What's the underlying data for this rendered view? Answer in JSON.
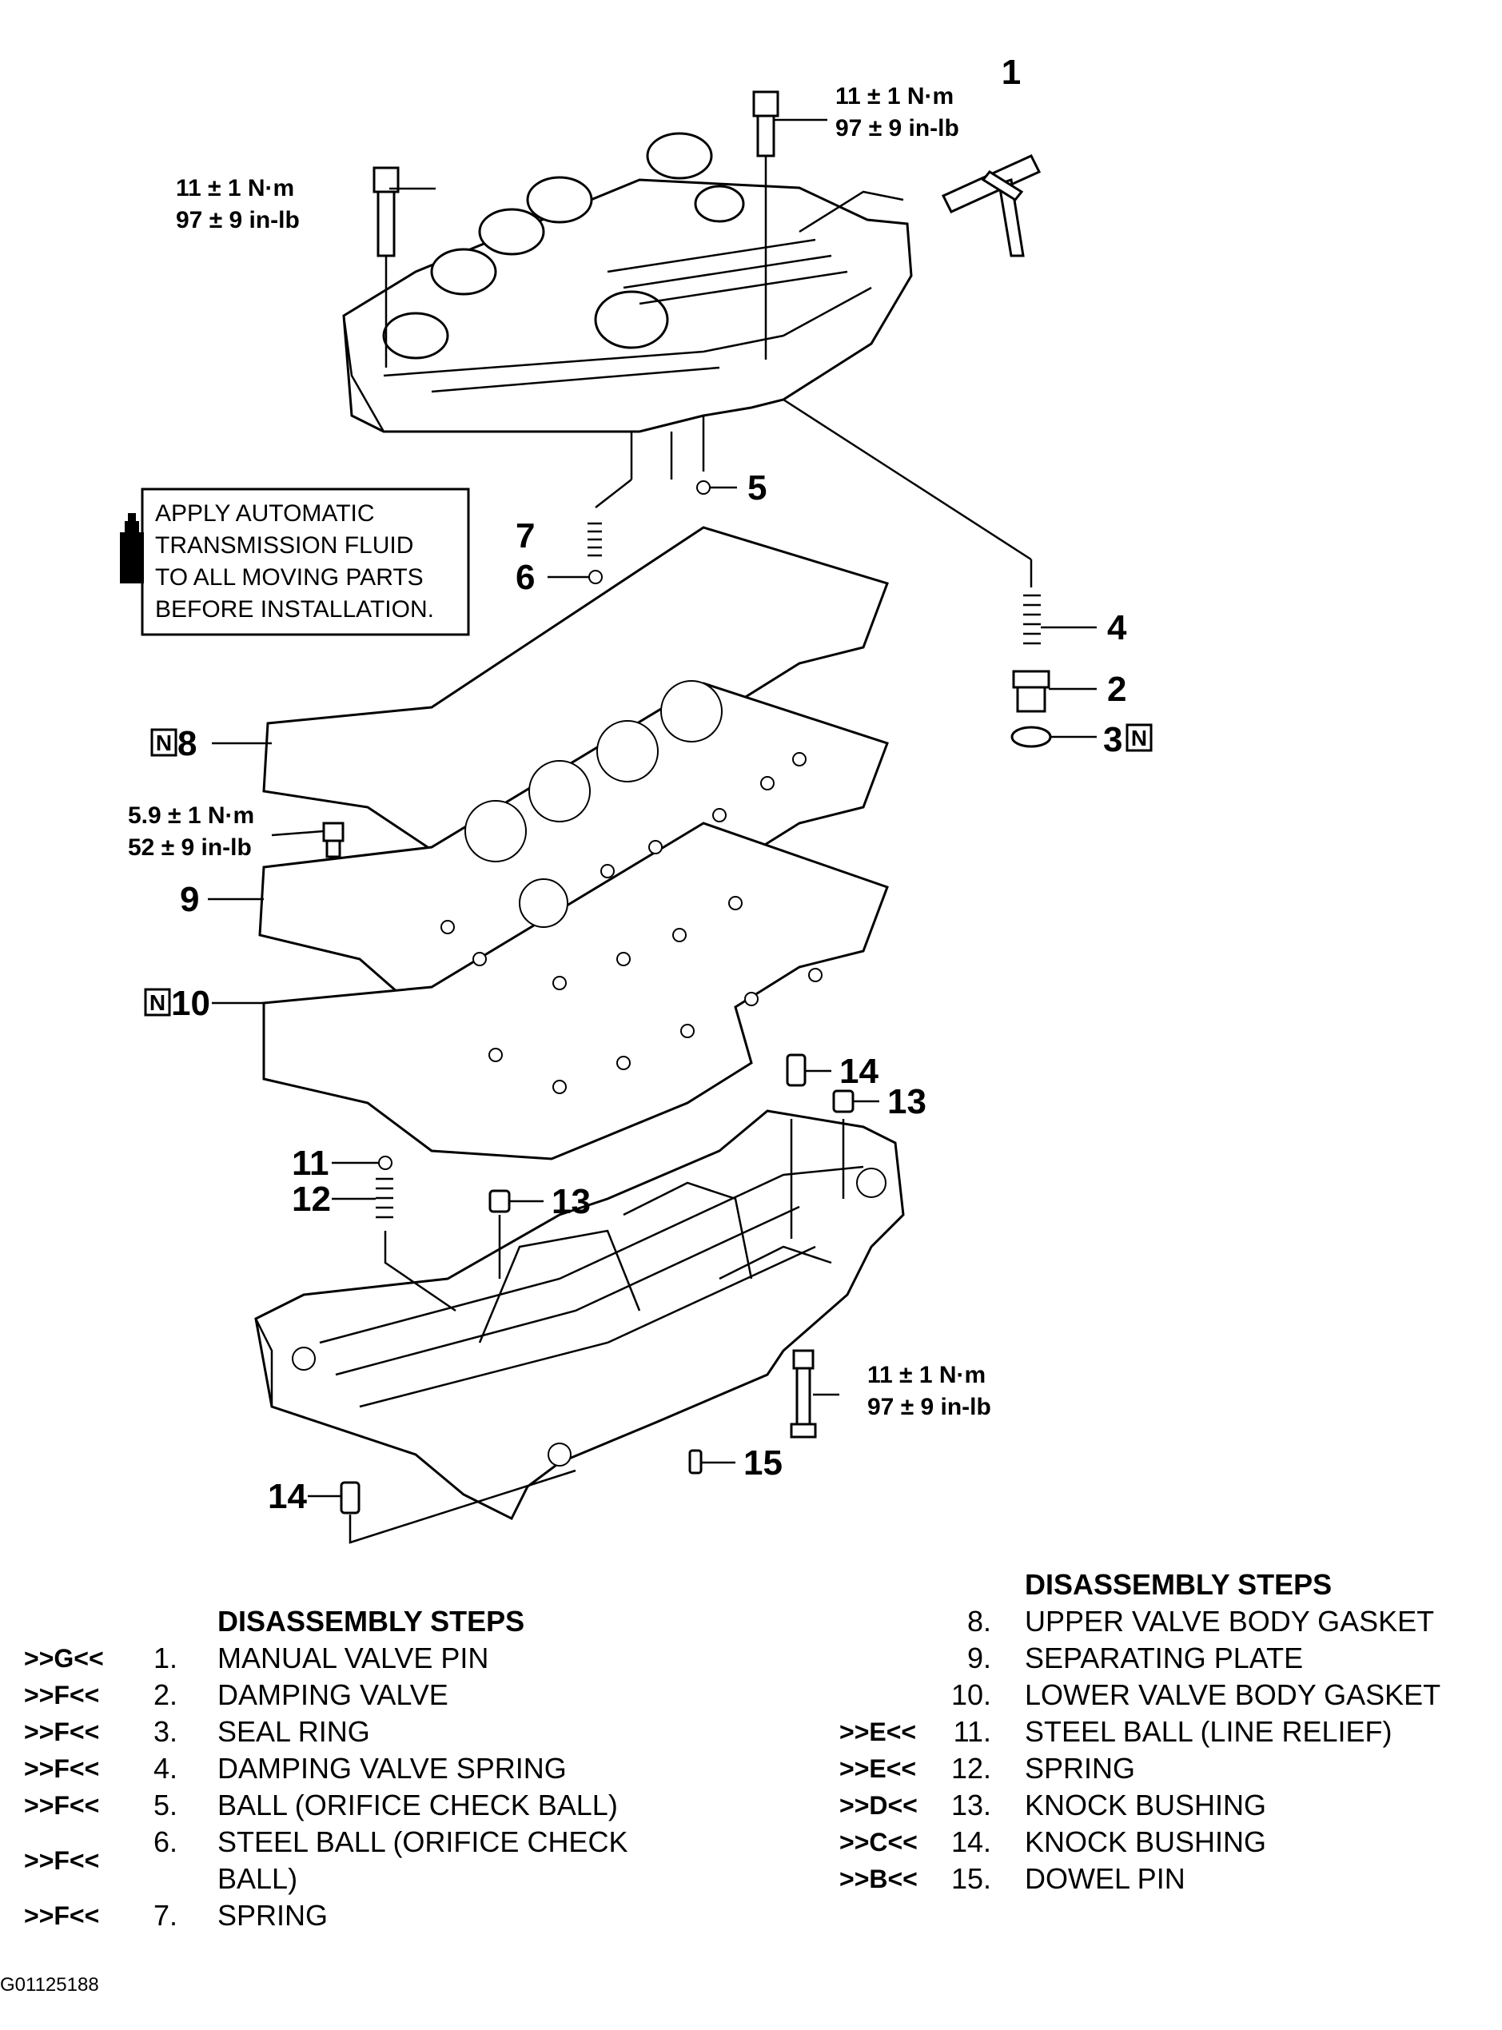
{
  "callouts": {
    "c1": "1",
    "c2": "2",
    "c3": "3",
    "c4": "4",
    "c5": "5",
    "c6": "6",
    "c7": "7",
    "c8": "8",
    "c9": "9",
    "c10": "10",
    "c11": "11",
    "c12": "12",
    "c13a": "13",
    "c13b": "13",
    "c14a": "14",
    "c14b": "14",
    "c15": "15",
    "new_part_mark": "N"
  },
  "torque_specs": {
    "upper_bolt_right": {
      "metric": "11 ± 1 N·m",
      "imperial": "97 ± 9 in-lb"
    },
    "upper_bolt_left": {
      "metric": "11 ± 1 N·m",
      "imperial": "97 ± 9 in-lb"
    },
    "plate_bolt": {
      "metric": "5.9 ± 1 N·m",
      "imperial": "52 ± 9 in-lb"
    },
    "lower_bolt": {
      "metric": "11 ± 1 N·m",
      "imperial": "97 ± 9 in-lb"
    }
  },
  "note": {
    "lines": [
      "APPLY AUTOMATIC",
      "TRANSMISSION FLUID",
      "TO ALL MOVING PARTS",
      "BEFORE INSTALLATION."
    ]
  },
  "steps_left": {
    "heading": "DISASSEMBLY STEPS",
    "items": [
      {
        "code": ">>G<<",
        "num": "1.",
        "label": "MANUAL VALVE PIN"
      },
      {
        "code": ">>F<<",
        "num": "2.",
        "label": "DAMPING VALVE"
      },
      {
        "code": ">>F<<",
        "num": "3.",
        "label": "SEAL RING"
      },
      {
        "code": ">>F<<",
        "num": "4.",
        "label": "DAMPING VALVE SPRING"
      },
      {
        "code": ">>F<<",
        "num": "5.",
        "label": "BALL (ORIFICE CHECK BALL)"
      },
      {
        "code": ">>F<<",
        "num": "6.",
        "label": "STEEL BALL (ORIFICE CHECK BALL)"
      },
      {
        "code": ">>F<<",
        "num": "7.",
        "label": "SPRING"
      }
    ]
  },
  "steps_right": {
    "heading": "DISASSEMBLY STEPS",
    "items": [
      {
        "code": "",
        "num": "8.",
        "label": "UPPER VALVE BODY GASKET"
      },
      {
        "code": "",
        "num": "9.",
        "label": "SEPARATING PLATE"
      },
      {
        "code": "",
        "num": "10.",
        "label": "LOWER VALVE BODY GASKET"
      },
      {
        "code": ">>E<<",
        "num": "11.",
        "label": "STEEL BALL (LINE RELIEF)"
      },
      {
        "code": ">>E<<",
        "num": "12.",
        "label": "SPRING"
      },
      {
        "code": ">>D<<",
        "num": "13.",
        "label": "KNOCK BUSHING"
      },
      {
        "code": ">>C<<",
        "num": "14.",
        "label": "KNOCK BUSHING"
      },
      {
        "code": ">>B<<",
        "num": "15.",
        "label": "DOWEL PIN"
      }
    ]
  },
  "figure_id": "G01125188"
}
